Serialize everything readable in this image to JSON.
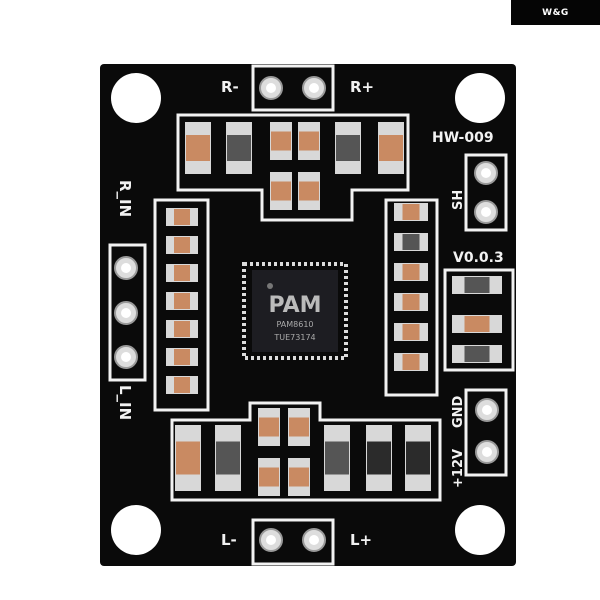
{
  "watermark": {
    "text": "W&G"
  },
  "board": {
    "model": "HW-009",
    "version": "V0.0.3",
    "labels": {
      "r_minus": "R-",
      "r_plus": "R+",
      "sh": "SH",
      "r_in": "R_IN",
      "l_in": "L_IN",
      "gnd": "GND",
      "v12": "+12V",
      "l_minus": "L-",
      "l_plus": "L+"
    },
    "chip": {
      "logo": "PAM",
      "part": "PAM8610",
      "lot": "TUE73174"
    },
    "colors": {
      "pcb": "#0a0a0a",
      "silk": "#f2f2f2",
      "pad": "#d8d8d8",
      "capacitor": "#c98a62",
      "resistor": "#2b2b2b"
    }
  }
}
